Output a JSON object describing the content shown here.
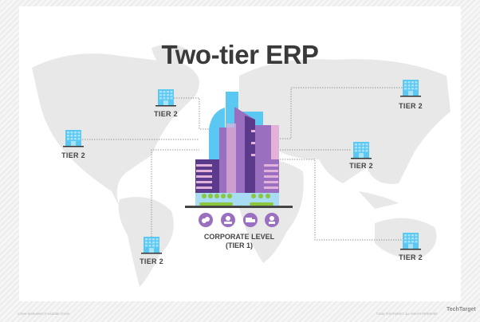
{
  "title": "Two-tier ERP",
  "tier2_label": "TIER 2",
  "corporate": {
    "line1": "CORPORATE LEVEL",
    "line2": "(TIER 1)"
  },
  "corporate_icons": [
    "money-icon",
    "people-icon",
    "truck-icon",
    "person-icon"
  ],
  "footer": {
    "left": "ICONS: BIGSUNNYCITY/ADOBE STOCK",
    "right": "©2016 TECHTARGET. ALL RIGHTS RESERVED",
    "logo": "TechTarget"
  },
  "colors": {
    "building_blue": "#5bc8f2",
    "purple_dark": "#5b3a8c",
    "purple_mid": "#9b6fbf",
    "pink": "#e3b2da",
    "tree_green": "#8cc63f",
    "map_grey": "#e6e6e6"
  }
}
